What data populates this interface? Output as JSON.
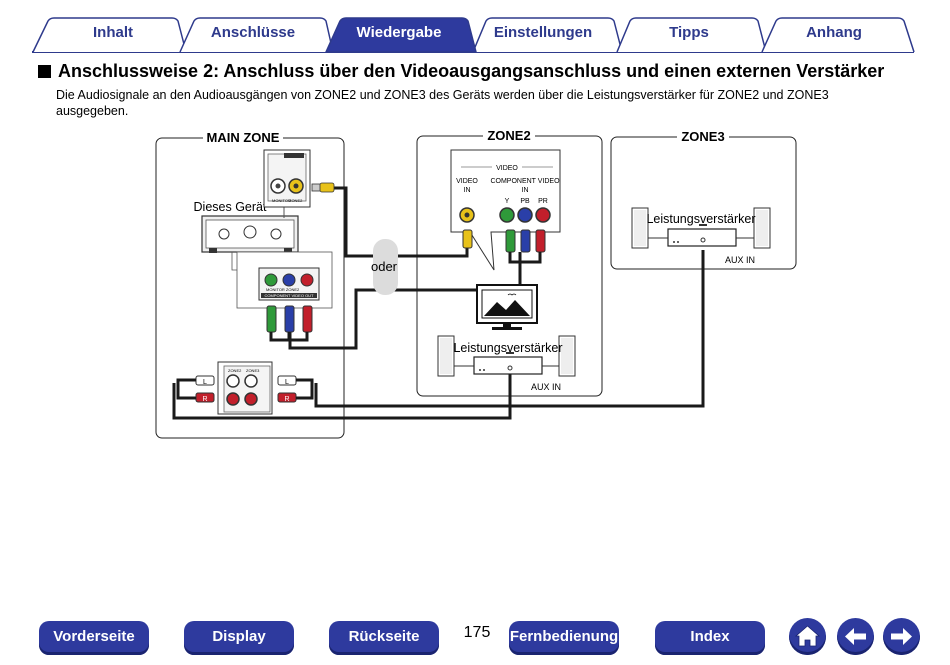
{
  "tabs": [
    {
      "label": "Inhalt",
      "active": false
    },
    {
      "label": "Anschlüsse",
      "active": false
    },
    {
      "label": "Wiedergabe",
      "active": true
    },
    {
      "label": "Einstellungen",
      "active": false
    },
    {
      "label": "Tipps",
      "active": false
    },
    {
      "label": "Anhang",
      "active": false
    }
  ],
  "heading": "Anschlussweise 2: Anschluss über den Videoausgangsanschluss und einen externen Verstärker",
  "intro": "Die Audiosignale an den Audioausgängen von ZONE2 und ZONE3 des Geräts werden über die Leistungsverstärker für ZONE2 und ZONE3 ausgegeben.",
  "diagram": {
    "main_zone": "MAIN ZONE",
    "zone2": "ZONE2",
    "zone3": "ZONE3",
    "this_unit": "Dieses Gerät",
    "or_label": "oder",
    "video_group": "VIDEO",
    "video_in": "VIDEO",
    "video_in_2": "IN",
    "component_video": "COMPONENT VIDEO",
    "component_in": "IN",
    "y": "Y",
    "pb": "PB",
    "pr": "PR",
    "amp_zone2": "Leistungsverstärker",
    "amp_zone3": "Leistungsverstärker",
    "aux_in_zone2": "AUX IN",
    "aux_in_zone3": "AUX IN",
    "jack_monitor": "MONITOR",
    "jack_zone2": "ZONE2",
    "jack_comp_out": "COMPONENT VIDEO OUT",
    "jack_monitor_zone2": "MONITOR  ZONE2",
    "jack_zone2_small": "ZONE2",
    "jack_zone3_small": "ZONE3",
    "plug_l": "L",
    "plug_r": "R"
  },
  "footer": {
    "page_number": "175",
    "buttons": [
      "Vorderseite",
      "Display",
      "Rückseite",
      "Fernbedienung",
      "Index"
    ],
    "icons": [
      "home-icon",
      "arrow-left-icon",
      "arrow-right-icon"
    ]
  },
  "colors": {
    "accent": "#2e3a9e",
    "tab_text": "#2e3a8c",
    "yellow": "#e8c21a",
    "green": "#2f9a3a",
    "blue": "#2a3fa8",
    "red": "#c21f2b"
  }
}
